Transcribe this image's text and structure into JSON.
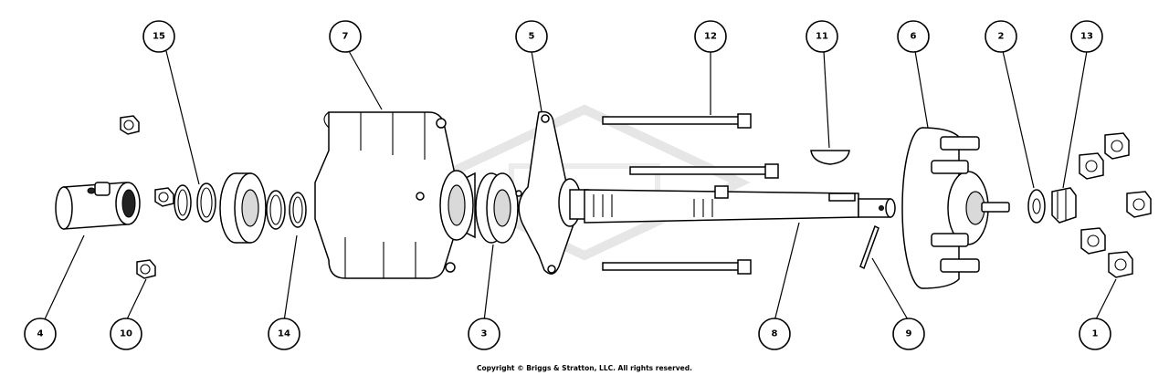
{
  "callouts": [
    {
      "id": "c4",
      "label": "4"
    },
    {
      "id": "c15",
      "label": "15"
    },
    {
      "id": "c10",
      "label": "10"
    },
    {
      "id": "c14",
      "label": "14"
    },
    {
      "id": "c7",
      "label": "7"
    },
    {
      "id": "c3",
      "label": "3"
    },
    {
      "id": "c5",
      "label": "5"
    },
    {
      "id": "c12",
      "label": "12"
    },
    {
      "id": "c8",
      "label": "8"
    },
    {
      "id": "c11",
      "label": "11"
    },
    {
      "id": "c9",
      "label": "9"
    },
    {
      "id": "c6",
      "label": "6"
    },
    {
      "id": "c2",
      "label": "2"
    },
    {
      "id": "c13",
      "label": "13"
    },
    {
      "id": "c1",
      "label": "1"
    }
  ],
  "copyright": "Copyright © Briggs & Stratton, LLC. All rights reserved."
}
